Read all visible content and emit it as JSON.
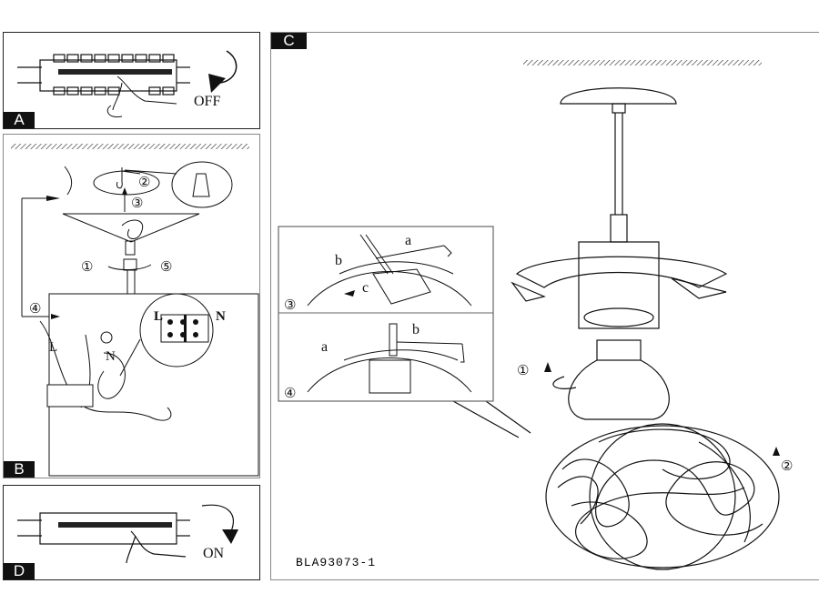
{
  "panels": {
    "a": {
      "tag": "A",
      "action": "OFF"
    },
    "b": {
      "tag": "B",
      "steps": [
        "①",
        "②",
        "③",
        "④",
        "⑤"
      ],
      "wire_live": "L",
      "wire_neutral": "N",
      "terminal_labels": [
        "L",
        "N"
      ]
    },
    "c": {
      "tag": "C",
      "steps": [
        "①",
        "②"
      ],
      "inset_steps": [
        "③",
        "④"
      ],
      "inset_letters": [
        "a",
        "b",
        "c"
      ],
      "model_code": "BLA93073-1"
    },
    "d": {
      "tag": "D",
      "action": "ON"
    }
  },
  "icons": [
    "circuit-breaker-icon",
    "hand-icon",
    "rotate-arrow-icon",
    "ceiling-hatch-icon",
    "wall-plug-icon",
    "terminal-block-icon",
    "earth-symbol-icon",
    "bulb-icon",
    "wire-ball-shade-icon"
  ]
}
